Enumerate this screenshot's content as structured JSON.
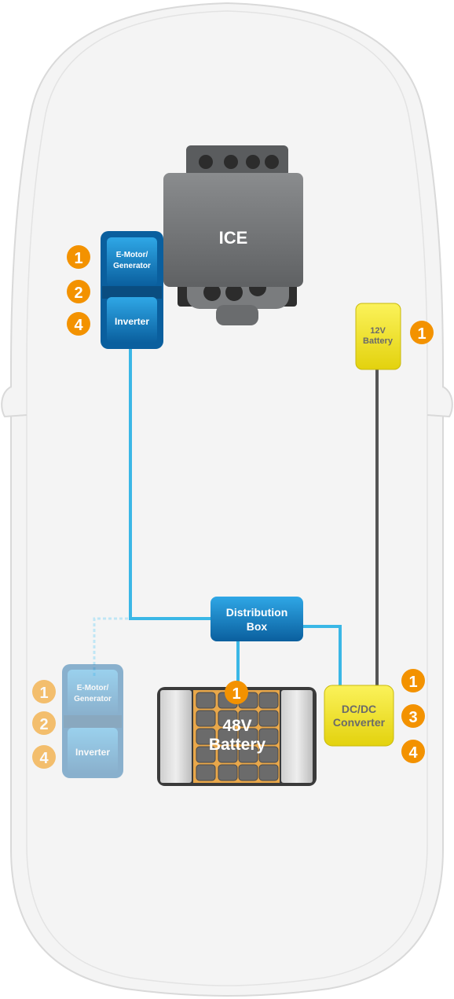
{
  "components": {
    "ice": {
      "label": "ICE"
    },
    "motor_front": {
      "label_line1": "E-Motor/",
      "label_line2": "Generator"
    },
    "inverter_front": {
      "label": "Inverter"
    },
    "battery_12v": {
      "label_line1": "12V",
      "label_line2": "Battery"
    },
    "distribution_box": {
      "label_line1": "Distribution",
      "label_line2": "Box"
    },
    "battery_48v": {
      "label_line1": "48V",
      "label_line2": "Battery"
    },
    "dcdc_converter": {
      "label_line1": "DC/DC",
      "label_line2": "Converter"
    },
    "motor_rear": {
      "label_line1": "E-Motor/",
      "label_line2": "Generator"
    },
    "inverter_rear": {
      "label": "Inverter"
    }
  },
  "badges": {
    "front_motor": [
      "1",
      "2",
      "4"
    ],
    "battery_12v": "1",
    "battery_48v": "1",
    "dcdc_converter": [
      "1",
      "3",
      "4"
    ],
    "rear_motor": [
      "1",
      "2",
      "4"
    ]
  },
  "colors": {
    "badge_orange": "#f39200",
    "blue_component": "#0b78c2",
    "yellow_component": "#f2e61e",
    "wire_blue": "#3ab7e6",
    "wire_dark": "#555555",
    "car_outline": "#d9d9d9",
    "gray_component": "#6d6f71"
  }
}
